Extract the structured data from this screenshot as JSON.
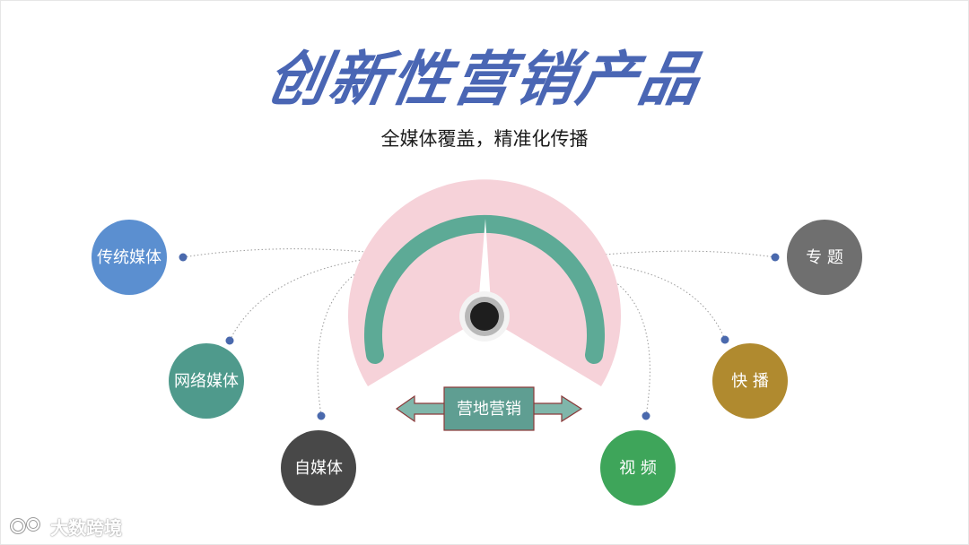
{
  "title": "创新性营销产品",
  "subtitle": "全媒体覆盖，精准化传播",
  "center": {
    "label": "营地营销"
  },
  "nodes": [
    {
      "id": "traditional",
      "label": "传统媒体",
      "color": "#5b8fd0"
    },
    {
      "id": "network",
      "label": "网络媒体",
      "color": "#4f9a8c"
    },
    {
      "id": "self",
      "label": "自媒体",
      "color": "#484848"
    },
    {
      "id": "topic",
      "label": "专 题",
      "color": "#6f6f6f"
    },
    {
      "id": "express",
      "label": "快 播",
      "color": "#b08a2f"
    },
    {
      "id": "video",
      "label": "视 频",
      "color": "#3ea55a"
    }
  ],
  "colors": {
    "title": "#4a66b4",
    "gauge_bg": "#f6d2d9",
    "gauge_arc": "#5daa96",
    "needle": "#ffffff",
    "connector_dot": "#4a69ad",
    "connector_line": "#9a9a9a"
  },
  "watermark": {
    "text": "大数跨境",
    "icon": "logo-icon"
  }
}
